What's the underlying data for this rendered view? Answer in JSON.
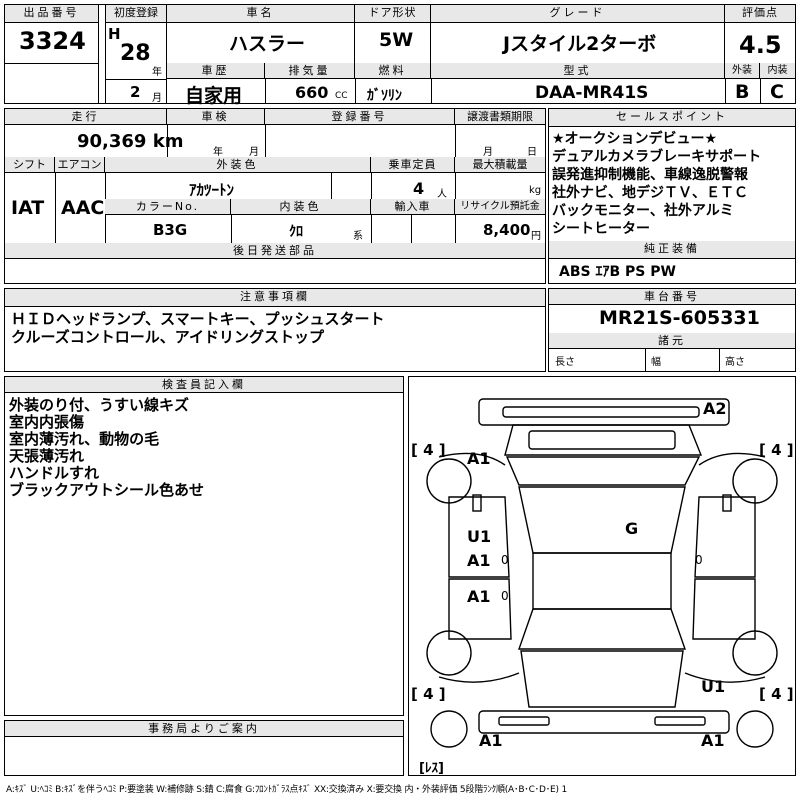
{
  "header": {
    "lot_label": "出品番号",
    "lot": "3324",
    "first_reg_label": "初度登録",
    "era": "H",
    "year": "28",
    "year_unit": "年",
    "month": "2",
    "month_unit": "月",
    "car_name_label": "車名",
    "car_name": "ハスラー",
    "door_label": "ドア形状",
    "door": "5W",
    "grade_label": "グレード",
    "grade": "Jスタイル2ターボ",
    "score_label": "評価点",
    "score": "4.5",
    "history_label": "車歴",
    "history": "自家用",
    "displacement_label": "排気量",
    "displacement": "660",
    "displacement_unit": "CC",
    "fuel_label": "燃料",
    "fuel": "ｶﾞｿﾘﾝ",
    "model_label": "型式",
    "model": "DAA-MR41S",
    "exterior_label": "外装",
    "exterior": "B",
    "interior_label": "内装",
    "interior": "C"
  },
  "row2": {
    "mileage_label": "走行",
    "mileage": "90,369 km",
    "inspection_label": "車検",
    "inspection_year": "年",
    "inspection_month": "月",
    "regno_label": "登録番号",
    "transfer_label": "譲渡書類期限",
    "transfer_month": "月",
    "transfer_day": "日",
    "shift_label": "シフト",
    "shift": "IAT",
    "ac_label": "エアコン",
    "ac": "AAC",
    "color_label": "外装色",
    "color": "ｱｶﾂｰﾄﾝ",
    "capacity_label": "乗車定員",
    "capacity": "4",
    "capacity_unit": "人",
    "load_label": "最大積載量",
    "load_unit": "kg",
    "colorno_label": "カラーNo.",
    "colorno": "B3G",
    "intcolor_label": "内装色",
    "intcolor": "ｸﾛ",
    "intcolor_unit": "系",
    "import_label": "輸入車",
    "recycle_label": "リサイクル預託金",
    "recycle": "8,400",
    "recycle_unit": "円",
    "later_label": "後日発送部品"
  },
  "sales": {
    "label": "セールスポイント",
    "lines": [
      "★オークションデビュー★",
      "デュアルカメラブレーキサポート",
      "誤発進抑制機能、車線逸脱警報",
      "社外ナビ、地デジＴＶ、ＥＴＣ",
      "バックモニター、社外アルミ",
      "シートヒーター"
    ]
  },
  "equipment": {
    "label": "純正装備",
    "value": "ABS ｴｱB PS PW"
  },
  "caution": {
    "label": "注意事項欄",
    "lines": [
      "ＨＩＤヘッドランプ、スマートキー、プッシュスタート",
      "クルーズコントロール、アイドリングストップ"
    ]
  },
  "chassis": {
    "label": "車台番号",
    "value": "MR21S-605331"
  },
  "specs": {
    "label": "諸元",
    "length": "長さ",
    "width": "幅",
    "height": "高さ"
  },
  "inspector": {
    "label": "検査員記入欄",
    "lines": [
      "外装のり付、うすい線キズ",
      "室内内張傷",
      "室内薄汚れ、動物の毛",
      "天張薄汚れ",
      "ハンドルすれ",
      "ブラックアウトシール色あせ"
    ]
  },
  "office": {
    "label": "事務局よりご案内"
  },
  "diagram": {
    "marks": {
      "a2": "A2",
      "a1_front_left": "A1",
      "g": "G",
      "u1_left": "U1",
      "a1_left_door1": "A1",
      "a1_left_door2": "A1",
      "u1_rear": "U1",
      "a1_rear_left": "A1",
      "a1_rear_right": "A1",
      "zero_1": "0",
      "zero_2": "0",
      "zero_3": "0",
      "tire_fl": "[ 4 ]",
      "tire_fr": "[ 4 ]",
      "tire_rl": "[ 4 ]",
      "tire_rr": "[ 4 ]",
      "lens": "[ﾚｽ]"
    }
  },
  "legend": "A:ｷｽﾞ U:ﾍｺﾐ B:ｷｽﾞを伴うﾍｺﾐ P:要塗装 W:補修跡 S:錆 C:腐食 G:ﾌﾛﾝﾄｶﾞﾗｽ点ｷｽﾞ XX:交換済み X:要交換  内・外装評価 5段階ﾗﾝｸ順(A･B･C･D･E) 1"
}
